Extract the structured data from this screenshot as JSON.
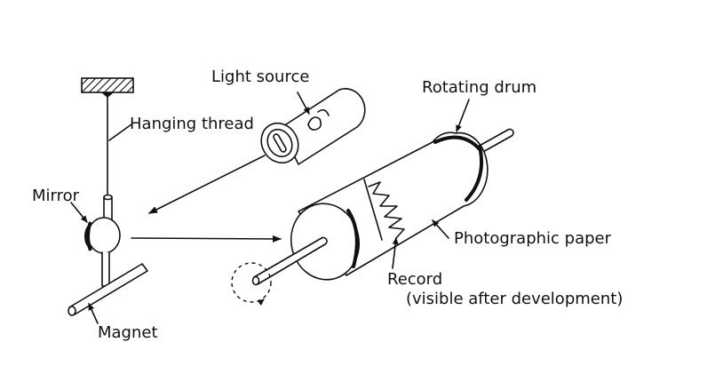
{
  "labels": {
    "light_source": "Light source",
    "hanging_thread": "Hanging thread",
    "mirror": "Mirror",
    "magnet": "Magnet",
    "rotating_drum": "Rotating drum",
    "photographic_paper": "Photographic paper",
    "record": "Record",
    "record_note": "(visible after development)"
  }
}
